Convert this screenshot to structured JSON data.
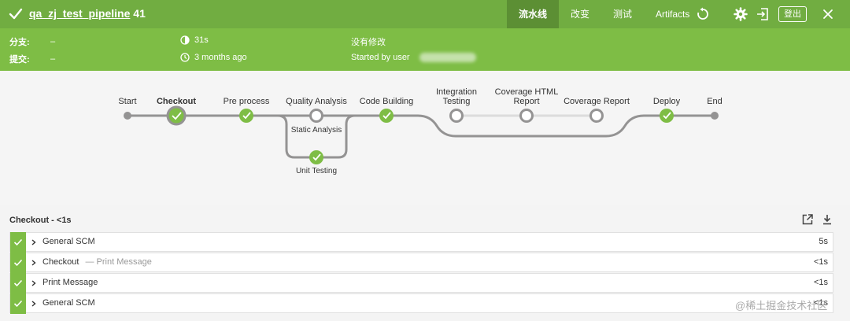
{
  "header": {
    "pipeline_name": "qa_zj_test_pipeline",
    "run_number": "41",
    "tabs": [
      {
        "label": "流水线",
        "active": true
      },
      {
        "label": "改变",
        "active": false
      },
      {
        "label": "测试",
        "active": false
      },
      {
        "label": "Artifacts",
        "active": false
      }
    ],
    "icons": [
      "replay-icon",
      "gear-icon",
      "exit-icon",
      "close-icon"
    ],
    "logout_label": "登出"
  },
  "info": {
    "branch_label": "分支:",
    "branch_value": "–",
    "commit_label": "提交:",
    "commit_value": "–",
    "duration": "31s",
    "time_ago": "3 months ago",
    "changes": "没有修改",
    "started_by": "Started by user"
  },
  "pipeline": {
    "stages": [
      {
        "label": "Start",
        "status": "none"
      },
      {
        "label": "Checkout",
        "status": "success",
        "selected": true
      },
      {
        "label": "Pre process",
        "status": "success"
      },
      {
        "label": "Quality Analysis",
        "status": "not-built"
      },
      {
        "label": "Static Analysis",
        "status": "not-built"
      },
      {
        "label": "Unit Testing",
        "status": "success"
      },
      {
        "label": "Code Building",
        "status": "success"
      },
      {
        "label": "Integration Testing",
        "status": "not-built"
      },
      {
        "label": "Coverage HTML Report",
        "status": "not-built"
      },
      {
        "label": "Coverage Report",
        "status": "not-built"
      },
      {
        "label": "Deploy",
        "status": "success"
      },
      {
        "label": "End",
        "status": "none"
      }
    ]
  },
  "steps_header": "Checkout - <1s",
  "steps": [
    {
      "name": "General SCM",
      "desc": "",
      "duration": "5s",
      "status": "success"
    },
    {
      "name": "Checkout",
      "desc": "— Print Message",
      "duration": "<1s",
      "status": "success"
    },
    {
      "name": "Print Message",
      "desc": "",
      "duration": "<1s",
      "status": "success"
    },
    {
      "name": "General SCM",
      "desc": "",
      "duration": "<1s",
      "status": "success"
    }
  ],
  "colors": {
    "success": "#7ebd45",
    "topbar": "#71ad41",
    "infobar": "#7ebd45",
    "line": "#949393"
  },
  "watermark": "@稀土掘金技术社区"
}
